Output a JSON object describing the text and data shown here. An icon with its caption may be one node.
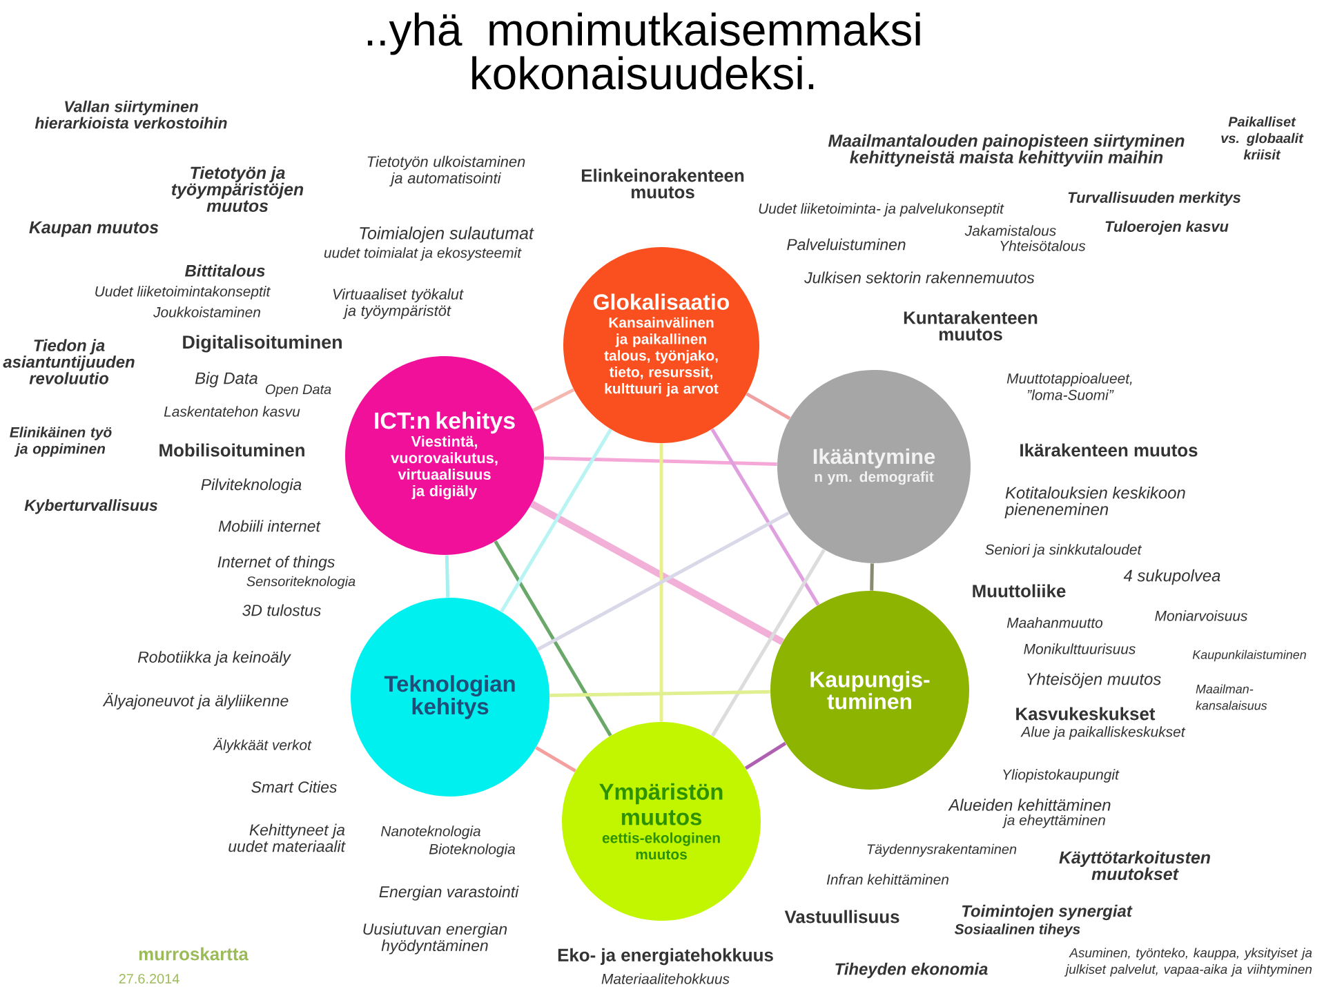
{
  "diagram": {
    "title": "..yhä monimutkaisemmaksi kokonaisuudeksi.",
    "nodes": [
      {
        "text": [
          "ICT:n kehitys",
          "Viestintä, vuorovaikutus, virtuaalisuus ja digiäly"
        ]
      },
      {
        "text": [
          "Glokalisaatio",
          "Kansainvälinen ja paikallinen talous, työnjako, tieto, resurssit, kulttuuri ja arvot"
        ]
      },
      {
        "text": [
          "Ikääntymine",
          "n ym. demografit"
        ]
      },
      {
        "text": [
          "Teknologian kehitys"
        ]
      },
      {
        "text": [
          "Ympäristön muutos",
          "eettis-ekologinen muutos"
        ]
      },
      {
        "text": [
          "Kaupungis- tuminen"
        ]
      }
    ],
    "edges": [
      {
        "from": 0,
        "to": 1,
        "arrow": "none",
        "color": "#f5b8b0"
      },
      {
        "from": 0,
        "to": 2,
        "arrow": "none",
        "color": "#f5a8d8"
      },
      {
        "from": 0,
        "to": 3,
        "arrow": "none",
        "color": "#a8f0f0"
      },
      {
        "from": 0,
        "to": 4,
        "arrow": "none",
        "color": "#6aa86a"
      },
      {
        "from": 0,
        "to": 5,
        "arrow": "none",
        "color": "#f2b0d8",
        "style": "thick"
      },
      {
        "from": 1,
        "to": 2,
        "arrow": "none",
        "color": "#f0a0a0"
      },
      {
        "from": 1,
        "to": 3,
        "arrow": "none",
        "color": "#b8f4f4"
      },
      {
        "from": 1,
        "to": 4,
        "arrow": "none",
        "color": "#e8f08c"
      },
      {
        "from": 1,
        "to": 5,
        "arrow": "none",
        "color": "#e0a0e0"
      },
      {
        "from": 2,
        "to": 3,
        "arrow": "none",
        "color": "#d8d8e8"
      },
      {
        "from": 2,
        "to": 4,
        "arrow": "none",
        "color": "#dcdcdc"
      },
      {
        "from": 2,
        "to": 5,
        "arrow": "none",
        "color": "#8a8a70"
      },
      {
        "from": 3,
        "to": 4,
        "arrow": "none",
        "color": "#f4a0a0"
      },
      {
        "from": 3,
        "to": 5,
        "arrow": "none",
        "color": "#e0f090"
      },
      {
        "from": 4,
        "to": 5,
        "arrow": "none",
        "color": "#b060b0"
      }
    ],
    "labels": [
      "Vallan siirtyminen hierarkioista verkostoihin",
      "Tietotyön ja työympäristöjen muutos",
      "Tietotyön ulkoistaminen ja automatisointi",
      "Kaupan muutos",
      "Toimialojen sulautumat",
      "uudet toimialat ja ekosysteemit",
      "Bittitalous",
      "Uudet liiketoimintakonseptit",
      "Joukkoistaminen",
      "Virtuaaliset työkalut ja työympäristöt",
      "Tiedon ja asiantuntijuuden revoluutio",
      "Digitalisoituminen",
      "Big Data",
      "Open Data",
      "Laskentatehon kasvu",
      "Elinikäinen työ ja oppiminen",
      "Mobilisoituminen",
      "Pilviteknologia",
      "Kyberturvallisuus",
      "Mobiili internet",
      "Internet of things",
      "Sensoriteknologia",
      "3D tulostus",
      "Robotiikka ja keinoäly",
      "Älyajoneuvot ja älyliikenne",
      "Älykkäät verkot",
      "Smart Cities",
      "Kehittyneet ja uudet materiaalit",
      "Nanoteknologia",
      "Bioteknologia",
      "Energian varastointi",
      "Uusiutuvan energian hyödyntäminen",
      "murroskartta",
      "27.6.2014",
      "Elinkeinorakenteen muutos",
      "Maailmantalouden painopisteen siirtyminen kehittyneistä maista kehittyviin maihin",
      "Paikalliset vs. globaalit kriisit",
      "Uudet liiketoiminta- ja palvelukonseptit",
      "Turvallisuuden merkitys",
      "Jakamistalous",
      "Tuloerojen kasvu",
      "Palveluistuminen",
      "Yhteisötalous",
      "Julkisen sektorin rakennemuutos",
      "Kuntarakenteen muutos",
      "Muuttotappioalueet, ”loma-Suomi”",
      "Ikärakenteen muutos",
      "Kotitalouksien keskikoon pieneneminen",
      "Seniori ja sinkkutaloudet",
      "4 sukupolvea",
      "Muuttoliike",
      "Maahanmuutto",
      "Moniarvoisuus",
      "Monikulttuurisuus",
      "Kaupunkilaistuminen",
      "Yhteisöjen muutos",
      "Maailman- kansalaisuus",
      "Kasvukeskukset",
      "Alue ja paikalliskeskukset",
      "Yliopistokaupungit",
      "Alueiden kehittäminen",
      "ja eheyttäminen",
      "Täydennysrakentaminen",
      "Käyttötarkoitusten muutokset",
      "Infran kehittäminen",
      "Vastuullisuus",
      "Toimintojen synergiat",
      "Sosiaalinen tiheys",
      "Tiheyden ekonomia",
      "Asuminen, työnteko, kauppa, yksityiset ja julkiset palvelut, vapaa-aika ja viihtyminen",
      "Eko- ja energiatehokkuus",
      "Materiaalitehokkuus"
    ]
  }
}
